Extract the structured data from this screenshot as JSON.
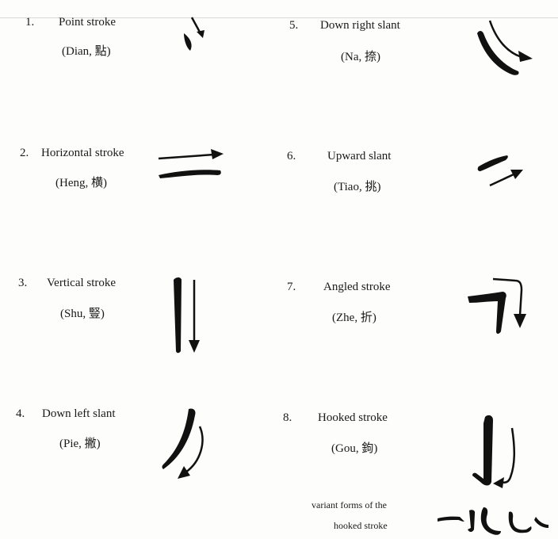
{
  "strokes": [
    {
      "number": "1.",
      "name": "Point stroke",
      "pinyin": "(Dian, 點)",
      "icon": "point-stroke-icon"
    },
    {
      "number": "2.",
      "name": "Horizontal stroke",
      "pinyin": "(Heng, 横)",
      "icon": "horizontal-stroke-icon"
    },
    {
      "number": "3.",
      "name": "Vertical stroke",
      "pinyin": "(Shu, 豎)",
      "icon": "vertical-stroke-icon"
    },
    {
      "number": "4.",
      "name": "Down left slant",
      "pinyin": "(Pie, 撇)",
      "icon": "down-left-slant-icon"
    },
    {
      "number": "5.",
      "name": "Down right slant",
      "pinyin": "(Na, 捺)",
      "icon": "down-right-slant-icon"
    },
    {
      "number": "6.",
      "name": "Upward slant",
      "pinyin": "(Tiao, 挑)",
      "icon": "upward-slant-icon"
    },
    {
      "number": "7.",
      "name": "Angled stroke",
      "pinyin": "(Zhe, 折)",
      "icon": "angled-stroke-icon"
    },
    {
      "number": "8.",
      "name": "Hooked stroke",
      "pinyin": "(Gou, 鉤)",
      "icon": "hooked-stroke-icon"
    }
  ],
  "variants": {
    "line1": "variant forms of the",
    "line2": "hooked stroke",
    "icon": "hooked-stroke-variants-icon"
  }
}
